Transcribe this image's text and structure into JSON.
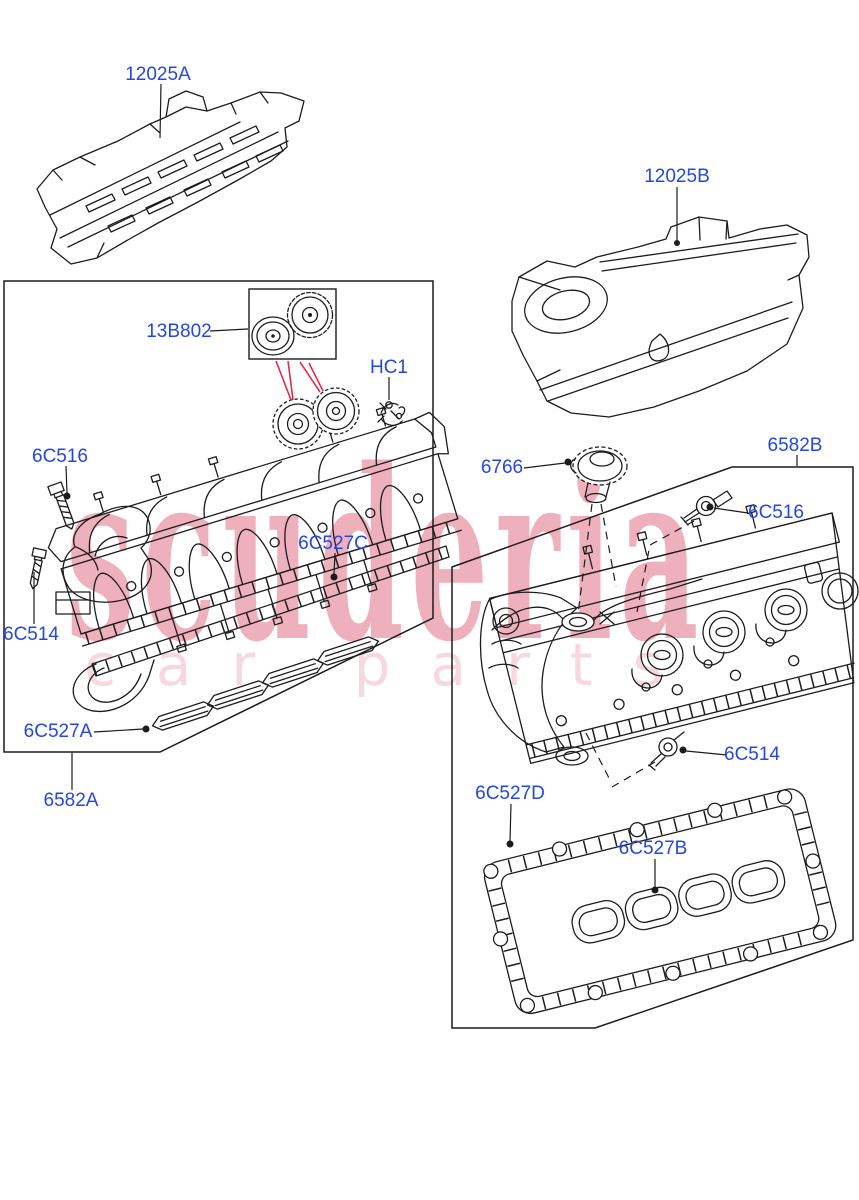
{
  "watermark": {
    "primary": "scuderia",
    "secondary": "car parts"
  },
  "colors": {
    "label_blue": "#2447e0",
    "leader_red": "#dd2f49",
    "line_black": "#1c1c1c",
    "wm_primary": "#efb0bd",
    "wm_secondary": "#f6d9de"
  },
  "callouts": [
    {
      "id": "12025A",
      "label": "12025A"
    },
    {
      "id": "12025B",
      "label": "12025B"
    },
    {
      "id": "13B802",
      "label": "13B802"
    },
    {
      "id": "HC1",
      "label": "HC1"
    },
    {
      "id": "6C516-left",
      "label": "6C516"
    },
    {
      "id": "6C514-left",
      "label": "6C514"
    },
    {
      "id": "6C527C",
      "label": "6C527C"
    },
    {
      "id": "6C527A",
      "label": "6C527A"
    },
    {
      "id": "6582A",
      "label": "6582A"
    },
    {
      "id": "6766",
      "label": "6766"
    },
    {
      "id": "6582B",
      "label": "6582B"
    },
    {
      "id": "6C516-right",
      "label": "6C516"
    },
    {
      "id": "6C514-right",
      "label": "6C514"
    },
    {
      "id": "6C527D",
      "label": "6C527D"
    },
    {
      "id": "6C527B",
      "label": "6C527B"
    }
  ]
}
